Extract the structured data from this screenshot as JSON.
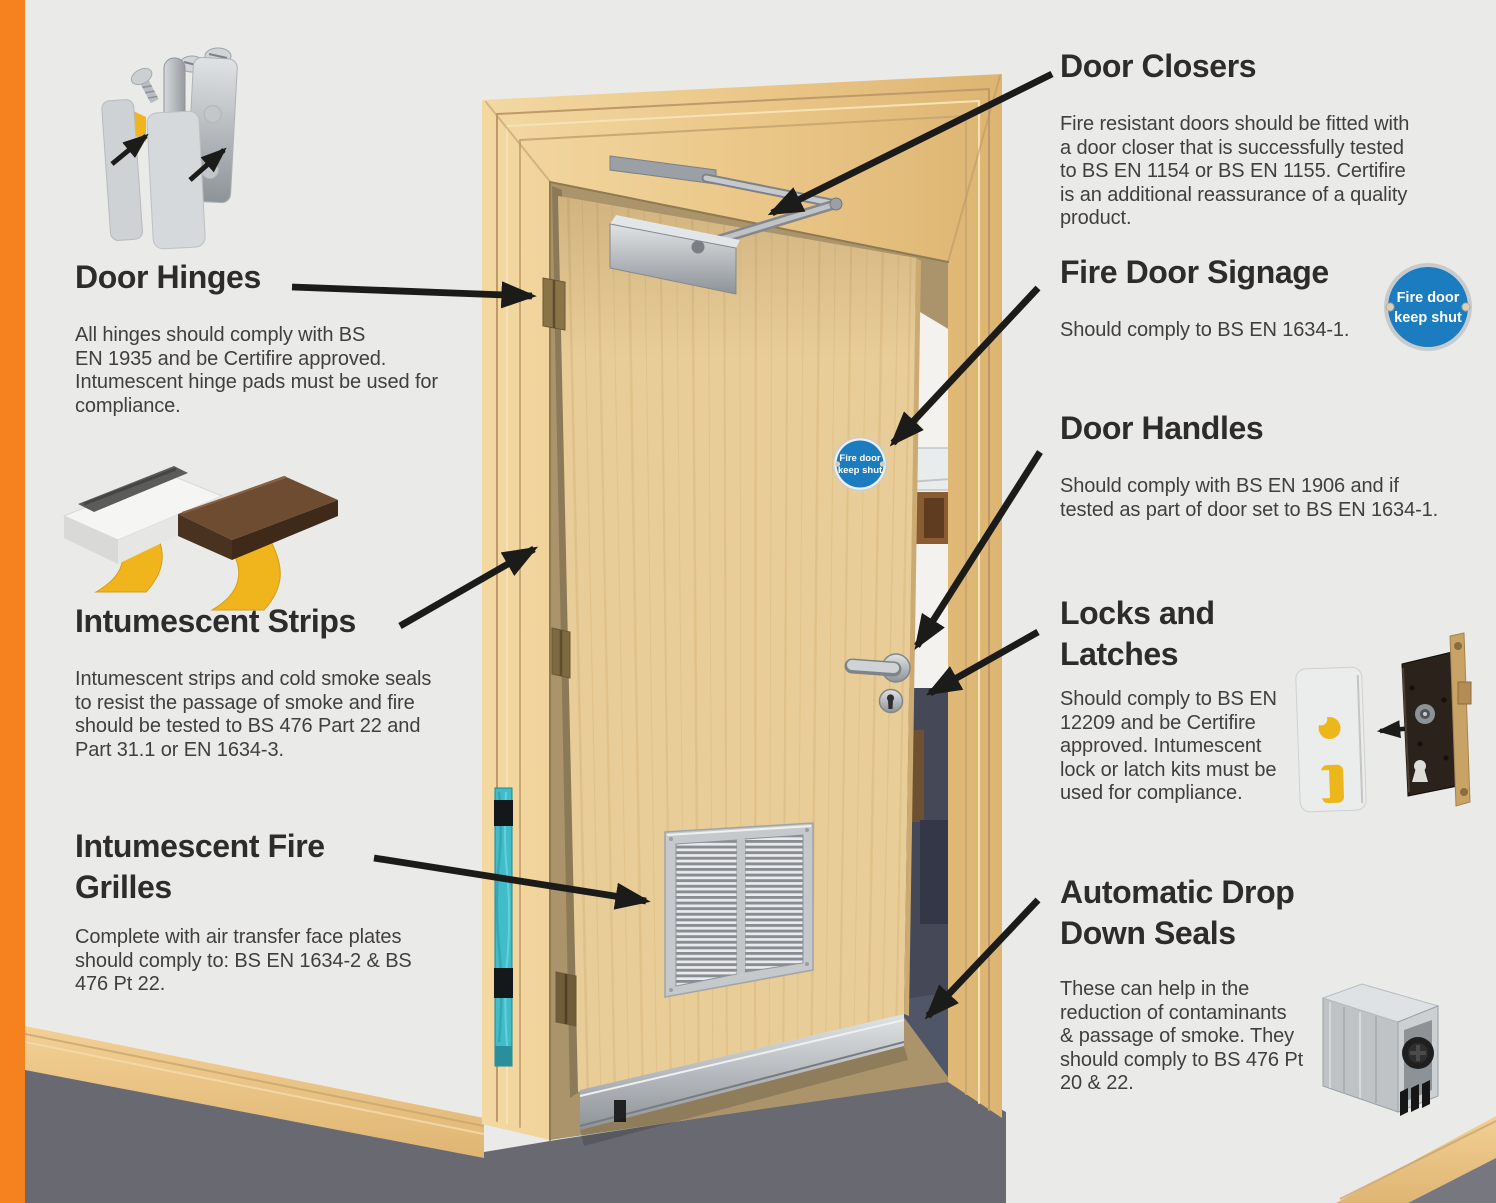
{
  "palette": {
    "accent_orange": "#f5821f",
    "background_grey": "#eaeae9",
    "sign_blue": "#1b7cc0",
    "door_wood": "#e9cd98",
    "frame_wood": "#eccb8d",
    "arrow_black": "#1b1b1a",
    "carpet_grey": "#696972",
    "hardware_silver": "#b9bdc1",
    "intumescent_teal": "#41bcc9",
    "intumescent_yellow": "#f0b51d"
  },
  "callouts": {
    "door_hinges": {
      "title": "Door Hinges",
      "body": "All hinges should comply with BS\nEN 1935 and be Certifire approved.\nIntumescent hinge pads must be used for\ncompliance."
    },
    "intumescent_strips": {
      "title": "Intumescent Strips",
      "body": "Intumescent strips and cold smoke seals\nto resist the passage of smoke and fire\nshould be tested to BS 476 Part 22 and\nPart 31.1 or EN 1634-3."
    },
    "intumescent_fire_grilles": {
      "title": "Intumescent Fire\nGrilles",
      "body": "Complete with air transfer face plates\nshould comply to: BS EN 1634-2 & BS\n476 Pt 22."
    },
    "door_closers": {
      "title": "Door Closers",
      "body": "Fire resistant doors should be fitted with\na door closer that is successfully tested\nto BS EN 1154 or BS EN 1155. Certifire\nis an additional reassurance of a quality\nproduct."
    },
    "fire_door_signage": {
      "title": "Fire Door Signage",
      "body": "Should comply to BS EN 1634-1."
    },
    "door_handles": {
      "title": "Door Handles",
      "body": "Should comply with BS EN 1906 and if\ntested as part of door set to BS EN 1634-1."
    },
    "locks_and_latches": {
      "title": "Locks and\nLatches",
      "body": "Should comply to BS EN\n12209 and be Certifire\napproved. Intumescent\nlock or latch kits must be\nused for compliance."
    },
    "automatic_drop_down_seals": {
      "title": "Automatic Drop\nDown Seals",
      "body": "These can help in the\nreduction of contaminants\n& passage of smoke. They\nshould comply to BS 476 Pt\n20 & 22."
    }
  },
  "sign": {
    "line1": "Fire door",
    "line2": "keep shut"
  }
}
